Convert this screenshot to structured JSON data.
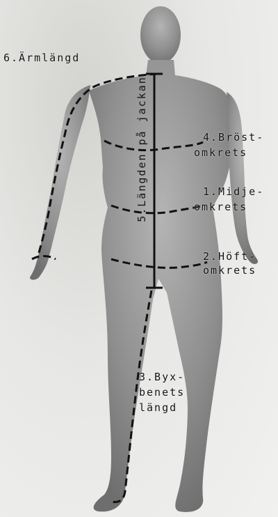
{
  "labels": {
    "sleeve": "6.Ärmlängd",
    "chest_line1": "4.Bröst-",
    "chest_line2": "omkrets",
    "waist_line1": "1.Midje-",
    "waist_line2": "omkrets",
    "hip_line1": "2.Höft-",
    "hip_line2": "omkrets",
    "leg_line1": "3.Byx-",
    "leg_line2": "benets",
    "leg_line3": "längd",
    "jacket_length": "5.Längden på jackan"
  },
  "colors": {
    "background": "#ebebe9",
    "body": "#8a8a8a",
    "lines": "#111111",
    "text": "#151515"
  }
}
